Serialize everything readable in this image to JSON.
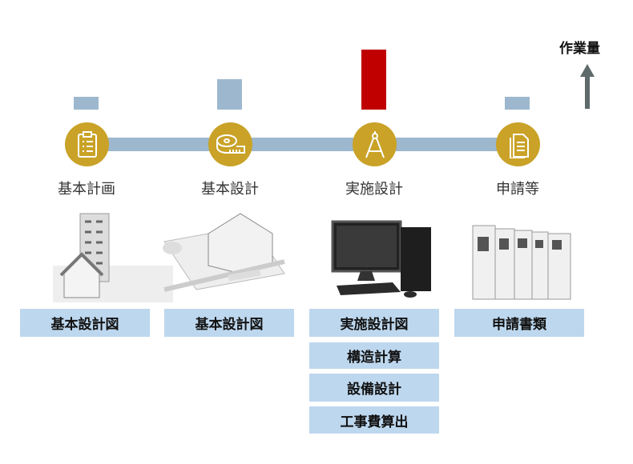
{
  "axis_label": "作業量",
  "colors": {
    "bar": "#9DB8CE",
    "highlight": "#C00000",
    "icon_circle": "#C9A227",
    "box": "#BDD7EE"
  },
  "phases": [
    {
      "label": "基本計画",
      "icon": "clipboard-icon",
      "relative_workload": 1,
      "deliverables": [
        "基本設計図"
      ]
    },
    {
      "label": "基本設計",
      "icon": "tape-measure-icon",
      "relative_workload": 2.4,
      "deliverables": [
        "基本設計図"
      ]
    },
    {
      "label": "実施設計",
      "icon": "compass-icon",
      "relative_workload": 4.7,
      "deliverables": [
        "実施設計図",
        "構造計算",
        "設備設計",
        "工事費算出"
      ]
    },
    {
      "label": "申請等",
      "icon": "document-icon",
      "relative_workload": 1,
      "deliverables": [
        "申請書類"
      ]
    }
  ]
}
